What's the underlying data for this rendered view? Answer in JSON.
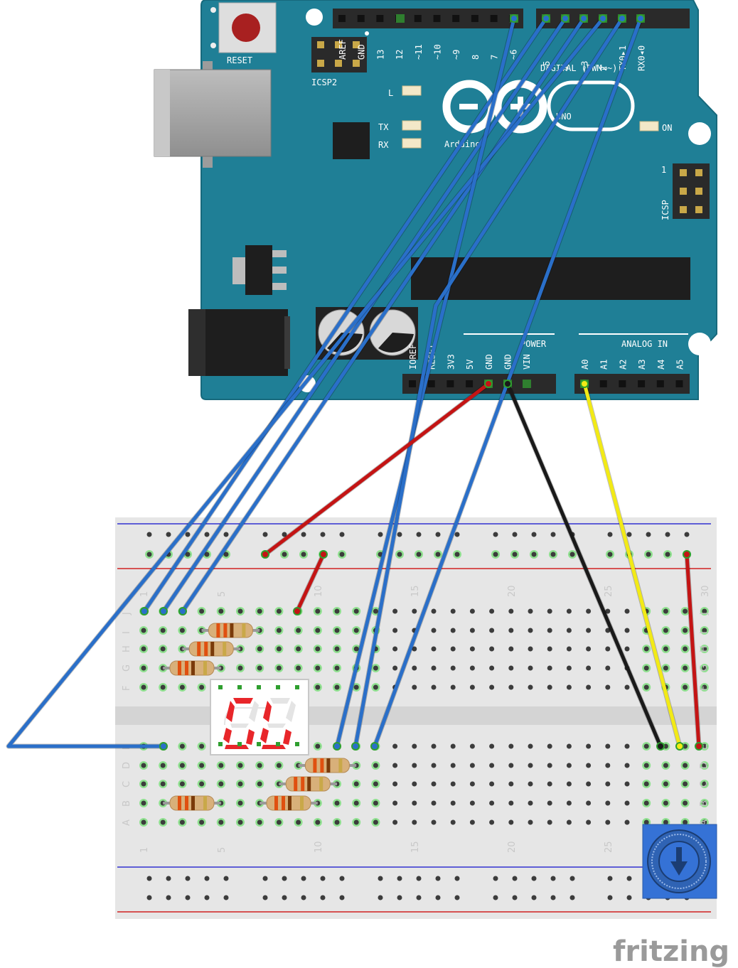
{
  "board": {
    "reset_label": "RESET",
    "icsp2_label": "ICSP2",
    "icsp_label": "ICSP",
    "icsp_pin1": "1",
    "led_l": "L",
    "led_tx": "TX",
    "led_rx": "RX",
    "led_on": "ON",
    "logo_text": "UNO",
    "brand_text": "Arduino",
    "digital_label": "DIGITAL (PWM=~)",
    "power_label": "POWER",
    "analog_label": "ANALOG IN",
    "digital_pins": [
      "AREF",
      "GND",
      "13",
      "12",
      "~11",
      "~10",
      "~9",
      "8",
      "7",
      "~6",
      "~5",
      "4",
      "~3",
      "2",
      "TX0▸1",
      "RX0◂0"
    ],
    "power_pins": [
      "IOREF",
      "RESET",
      "3V3",
      "5V",
      "GND",
      "GND",
      "VIN"
    ],
    "analog_pins": [
      "A0",
      "A1",
      "A2",
      "A3",
      "A4",
      "A5"
    ]
  },
  "breadboard": {
    "row_letters_top": [
      "J",
      "I",
      "H",
      "G",
      "F"
    ],
    "row_letters_bottom": [
      "E",
      "D",
      "C",
      "B",
      "A"
    ],
    "column_numbers": [
      "1",
      "5",
      "10",
      "15",
      "20",
      "25",
      "30"
    ]
  },
  "watermark": "fritzing",
  "colors": {
    "board": "#1f7f96",
    "wire_signal": "#2a6fc9",
    "wire_power": "#c41414",
    "wire_ground": "#1a1a1a",
    "wire_analog": "#f2ea16",
    "segment_on": "#e8262a"
  }
}
